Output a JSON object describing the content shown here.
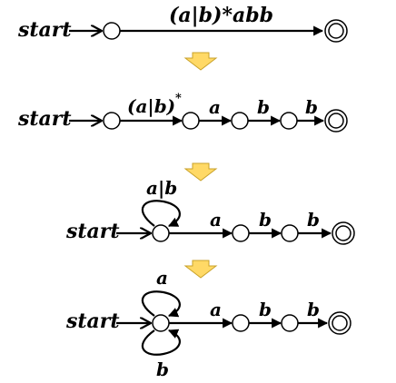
{
  "colors": {
    "stroke": "#000000",
    "transition_arrow_fill": "#ffd966",
    "transition_arrow_stroke": "#c9a22a"
  },
  "step1": {
    "start": "start",
    "regex": "(a|b)*abb"
  },
  "step2": {
    "start": "start",
    "star_part": "(a|b)",
    "star_sup": "*",
    "a": "a",
    "b1": "b",
    "b2": "b"
  },
  "step3": {
    "start": "start",
    "loop": "a|b",
    "a": "a",
    "b1": "b",
    "b2": "b"
  },
  "step4": {
    "start": "start",
    "loop_a": "a",
    "loop_b": "b",
    "a": "a",
    "b1": "b",
    "b2": "b"
  }
}
